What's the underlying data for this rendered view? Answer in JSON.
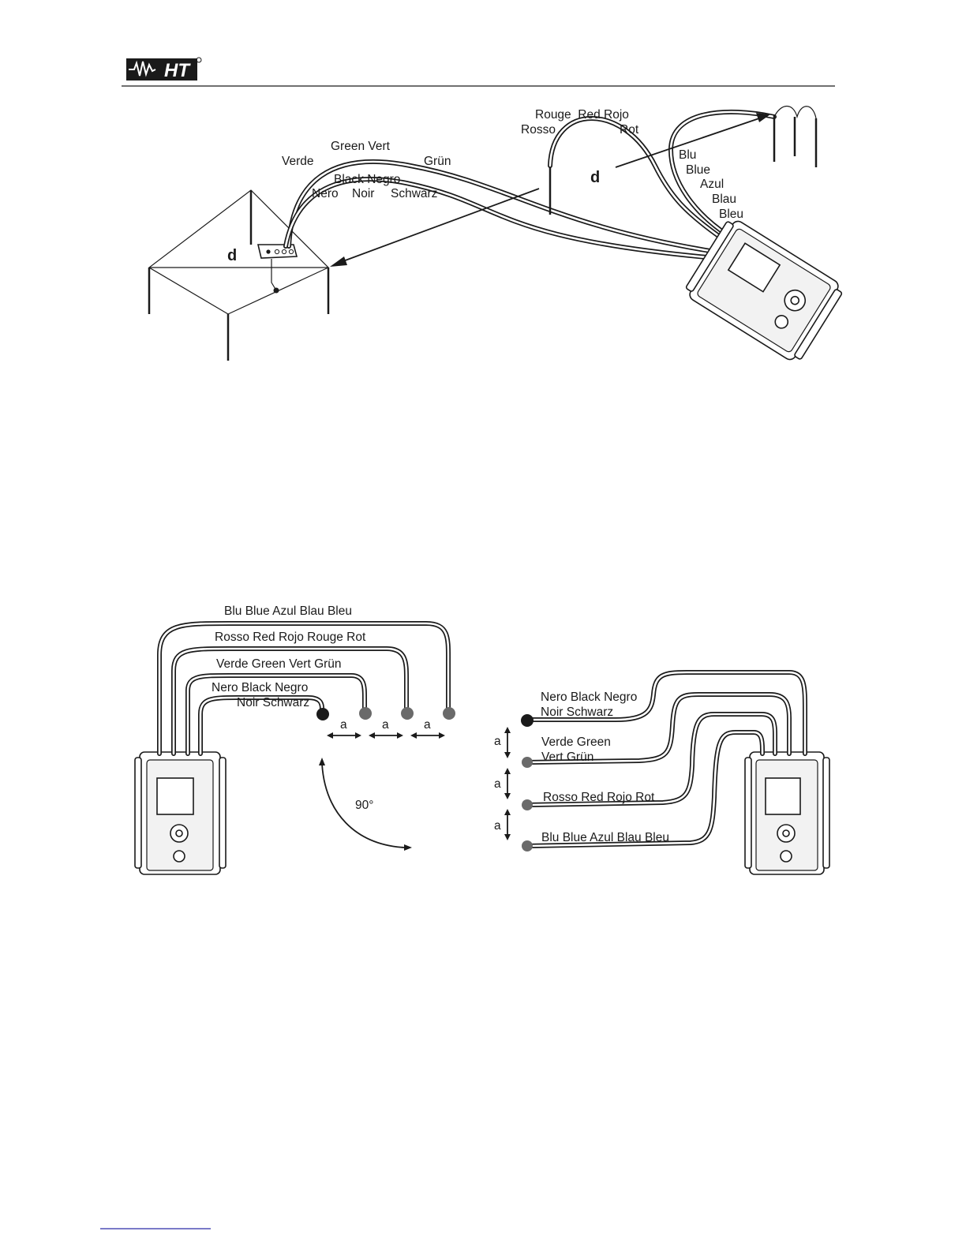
{
  "header": {
    "logo_text": "HT"
  },
  "figure1": {
    "label_d_left": "d",
    "label_d_right": "d",
    "green": {
      "verde": "Verde",
      "green_vert": "Green Vert",
      "grun": "Grün"
    },
    "black": {
      "line1": "Black Negro",
      "nero": "Nero",
      "noir": "Noir",
      "schwarz": "Schwarz"
    },
    "red": {
      "line1": "Rouge  Red Rojo",
      "rosso": "Rosso",
      "rot": "Rot"
    },
    "blue": {
      "blu": "Blu",
      "blue": "Blue",
      "azul": "Azul",
      "blau": "Blau",
      "bleu": "Bleu"
    }
  },
  "figure2": {
    "left": {
      "blue_label": "Blu Blue Azul Blau Bleu",
      "red_label": "Rosso Red Rojo Rouge Rot",
      "green_label": "Verde Green Vert Grün",
      "black_label_1": "Nero Black Negro",
      "black_label_2": "Noir Schwarz",
      "spacing": [
        "a",
        "a",
        "a"
      ],
      "angle": "90°"
    },
    "right": {
      "black_label_1": "Nero Black Negro",
      "black_label_2": "Noir Schwarz",
      "green_label_1": "Verde Green",
      "green_label_2": "Vert Grün",
      "red_label": "Rosso Red Rojo Rot",
      "blue_label": "Blu Blue Azul Blau Bleu",
      "spacing": [
        "a",
        "a",
        "a"
      ]
    }
  },
  "colors": {
    "ink": "#1a1a1a",
    "grey_probe": "#6a6a6a",
    "footer_link": "#2a2aa8"
  }
}
